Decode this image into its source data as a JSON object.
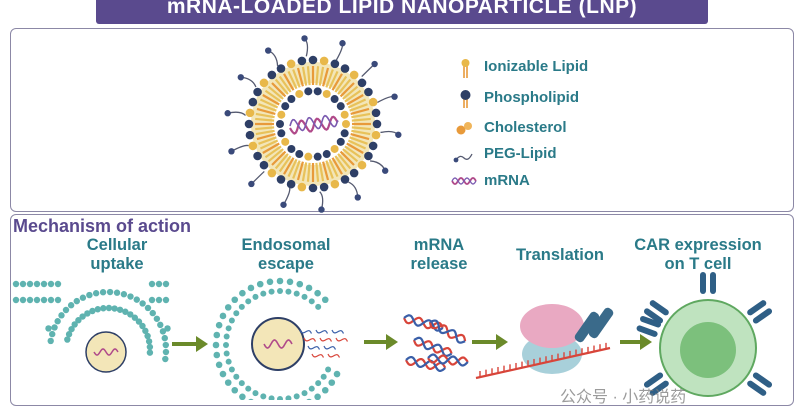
{
  "title": "mRNA-LOADED LIPID NANOPARTICLE (LNP)",
  "legend": {
    "items": [
      {
        "label": "Ionizable Lipid",
        "icon": "ionizable-lipid-icon",
        "color": "#e8b84a"
      },
      {
        "label": "Phospholipid",
        "icon": "phospholipid-icon",
        "color": "#2e3f66"
      },
      {
        "label": "Cholesterol",
        "icon": "cholesterol-icon",
        "color": "#e89a3a"
      },
      {
        "label": "PEG-Lipid",
        "icon": "peg-lipid-icon",
        "color": "#555a70"
      },
      {
        "label": "mRNA",
        "icon": "mrna-icon",
        "color": "#b04a8a"
      }
    ]
  },
  "mechanism": {
    "title": "Mechanism of action",
    "steps": [
      {
        "label_line1": "Cellular",
        "label_line2": "uptake"
      },
      {
        "label_line1": "Endosomal",
        "label_line2": "escape"
      },
      {
        "label_line1": "mRNA",
        "label_line2": "release"
      },
      {
        "label_line1": "Translation",
        "label_line2": ""
      },
      {
        "label_line1": "CAR expression",
        "label_line2": "on T cell"
      }
    ]
  },
  "watermark": "公众号 · 小药说药",
  "colors": {
    "title_bg": "#5a4a8e",
    "teal_text": "#2a7a88",
    "membrane": "#5fb3b0",
    "arrow": "#6b8a2a",
    "rna_red": "#d8453a",
    "rna_blue": "#3a5fa8",
    "cell_green": "#7cc07c"
  }
}
